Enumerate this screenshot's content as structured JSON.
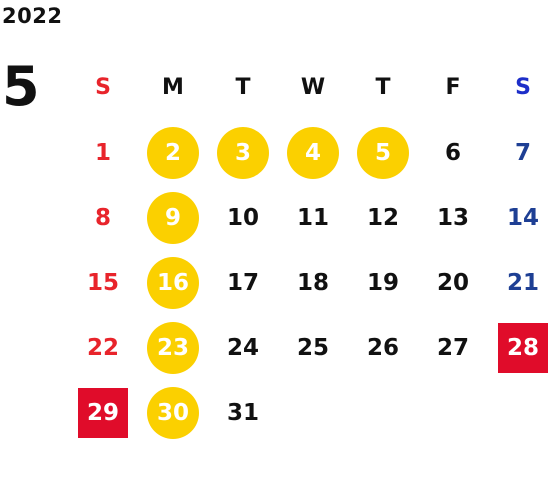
{
  "header": {
    "year": "2022",
    "month": "5"
  },
  "colors": {
    "sunday": "#e8242b",
    "saturday": "#1e3f94",
    "saturday_header": "#1d2ec9",
    "weekday": "#111111",
    "circle_highlight": "#fbd000",
    "holiday_box": "#e00c2a",
    "highlight_text": "#ffffff"
  },
  "weekdays": [
    "S",
    "M",
    "T",
    "W",
    "T",
    "F",
    "S"
  ],
  "weeks": [
    [
      {
        "d": "1",
        "type": "sun"
      },
      {
        "d": "2",
        "type": "circle"
      },
      {
        "d": "3",
        "type": "circle"
      },
      {
        "d": "4",
        "type": "circle"
      },
      {
        "d": "5",
        "type": "circle"
      },
      {
        "d": "6",
        "type": "normal"
      },
      {
        "d": "7",
        "type": "sat"
      }
    ],
    [
      {
        "d": "8",
        "type": "sun"
      },
      {
        "d": "9",
        "type": "circle"
      },
      {
        "d": "10",
        "type": "normal"
      },
      {
        "d": "11",
        "type": "normal"
      },
      {
        "d": "12",
        "type": "normal"
      },
      {
        "d": "13",
        "type": "normal"
      },
      {
        "d": "14",
        "type": "sat"
      }
    ],
    [
      {
        "d": "15",
        "type": "sun"
      },
      {
        "d": "16",
        "type": "circle"
      },
      {
        "d": "17",
        "type": "normal"
      },
      {
        "d": "18",
        "type": "normal"
      },
      {
        "d": "19",
        "type": "normal"
      },
      {
        "d": "20",
        "type": "normal"
      },
      {
        "d": "21",
        "type": "sat"
      }
    ],
    [
      {
        "d": "22",
        "type": "sun"
      },
      {
        "d": "23",
        "type": "circle"
      },
      {
        "d": "24",
        "type": "normal"
      },
      {
        "d": "25",
        "type": "normal"
      },
      {
        "d": "26",
        "type": "normal"
      },
      {
        "d": "27",
        "type": "normal"
      },
      {
        "d": "28",
        "type": "box"
      }
    ],
    [
      {
        "d": "29",
        "type": "box"
      },
      {
        "d": "30",
        "type": "circle"
      },
      {
        "d": "31",
        "type": "normal"
      },
      null,
      null,
      null,
      null
    ]
  ]
}
